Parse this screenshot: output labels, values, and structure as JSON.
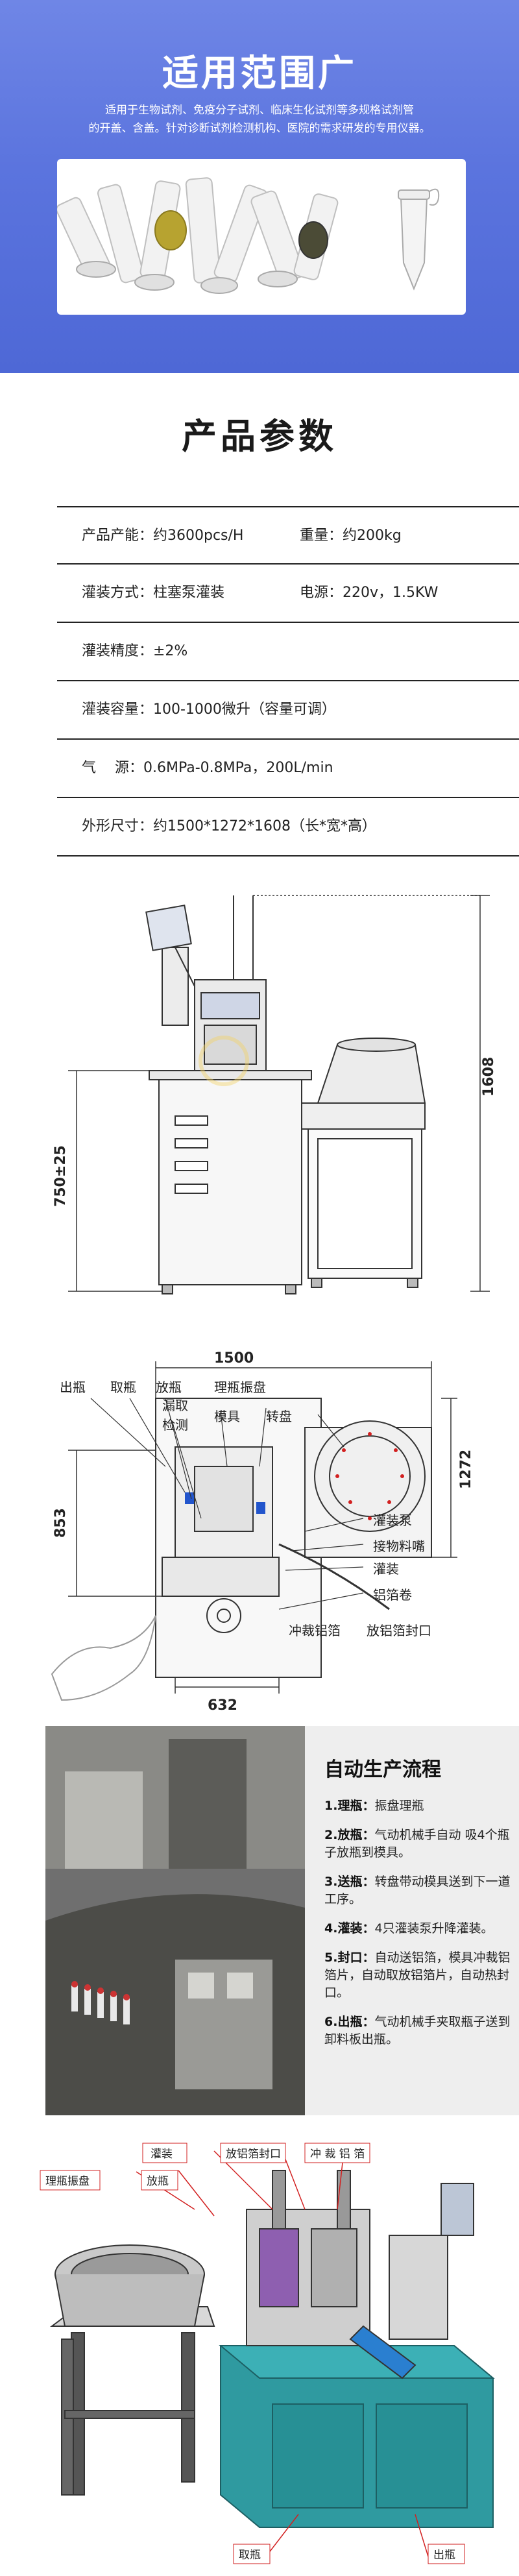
{
  "scope": {
    "title": "适用范围广",
    "desc_line1": "适用于生物试剂、免疫分子试剂、临床生化试剂等多规格试剂管",
    "desc_line2": "的开盖、含盖。针对诊断试剂检测机构、医院的需求研发的专用仪器。"
  },
  "params": {
    "title": "产品参数",
    "rows": [
      {
        "left": "产品产能：约3600pcs/H",
        "right": "重量：约200kg"
      },
      {
        "left": "灌装方式：柱塞泵灌装",
        "right": "电源：220v，1.5KW"
      },
      {
        "wide": "灌装精度：±2%"
      },
      {
        "wide": "灌装容量：100-1000微升（容量可调）"
      },
      {
        "wide": "气　  源：0.6MPa-0.8MPa，200L/min"
      },
      {
        "wide": "外形尺寸：约1500*1272*1608（长*宽*高）"
      }
    ]
  },
  "front_drawing": {
    "dim_height": "1608",
    "dim_table": "750±25"
  },
  "top_drawing": {
    "dim_length": "1500",
    "dim_width": "1272",
    "dim_left": "853",
    "dim_bottom": "632",
    "labels": {
      "chuping": "出瓶",
      "quping": "取瓶",
      "fangping": "放瓶",
      "louqu": "漏取",
      "jiance": "检测",
      "lipingzhenpan": "理瓶振盘",
      "muju": "模具",
      "zhuanpan": "转盘",
      "guanzhuangbeng": "灌装泵",
      "jiewuliaohu": "接物料嘴",
      "guanzhuang": "灌装",
      "lvbojuan": "铝箔卷",
      "chongcailvbo": "冲裁铝箔",
      "fanglvbo": "放铝箔封口"
    }
  },
  "flow": {
    "title": "自动生产流程",
    "items": [
      {
        "label": "1.理瓶：",
        "text": "振盘理瓶"
      },
      {
        "label": "2.放瓶：",
        "text": "气动机械手自动 吸4个瓶子放瓶到模具。"
      },
      {
        "label": "3.送瓶：",
        "text": "转盘带动模具送到下一道工序。"
      },
      {
        "label": "4.灌装：",
        "text": "4只灌装泵升降灌装。"
      },
      {
        "label": "5.封口：",
        "text": "自动送铝箔，模具冲裁铝箔片，自动取放铝箔片，自动热封口。"
      },
      {
        "label": "6.出瓶：",
        "text": "气动机械手夹取瓶子送到卸料板出瓶。"
      }
    ]
  },
  "iso_drawing": {
    "labels": {
      "guanzhuang": "灌装",
      "fanglvbo": "放铝箔封口",
      "chongcai": "冲 裁 铝 箔",
      "lipingzhenpan": "理瓶振盘",
      "fangping": "放瓶",
      "quping": "取瓶",
      "chuping": "出瓶"
    }
  },
  "colors": {
    "banner": "#5b74de",
    "accent_red": "#d22020",
    "machine_teal": "#2f9aa0",
    "line": "#222222"
  }
}
